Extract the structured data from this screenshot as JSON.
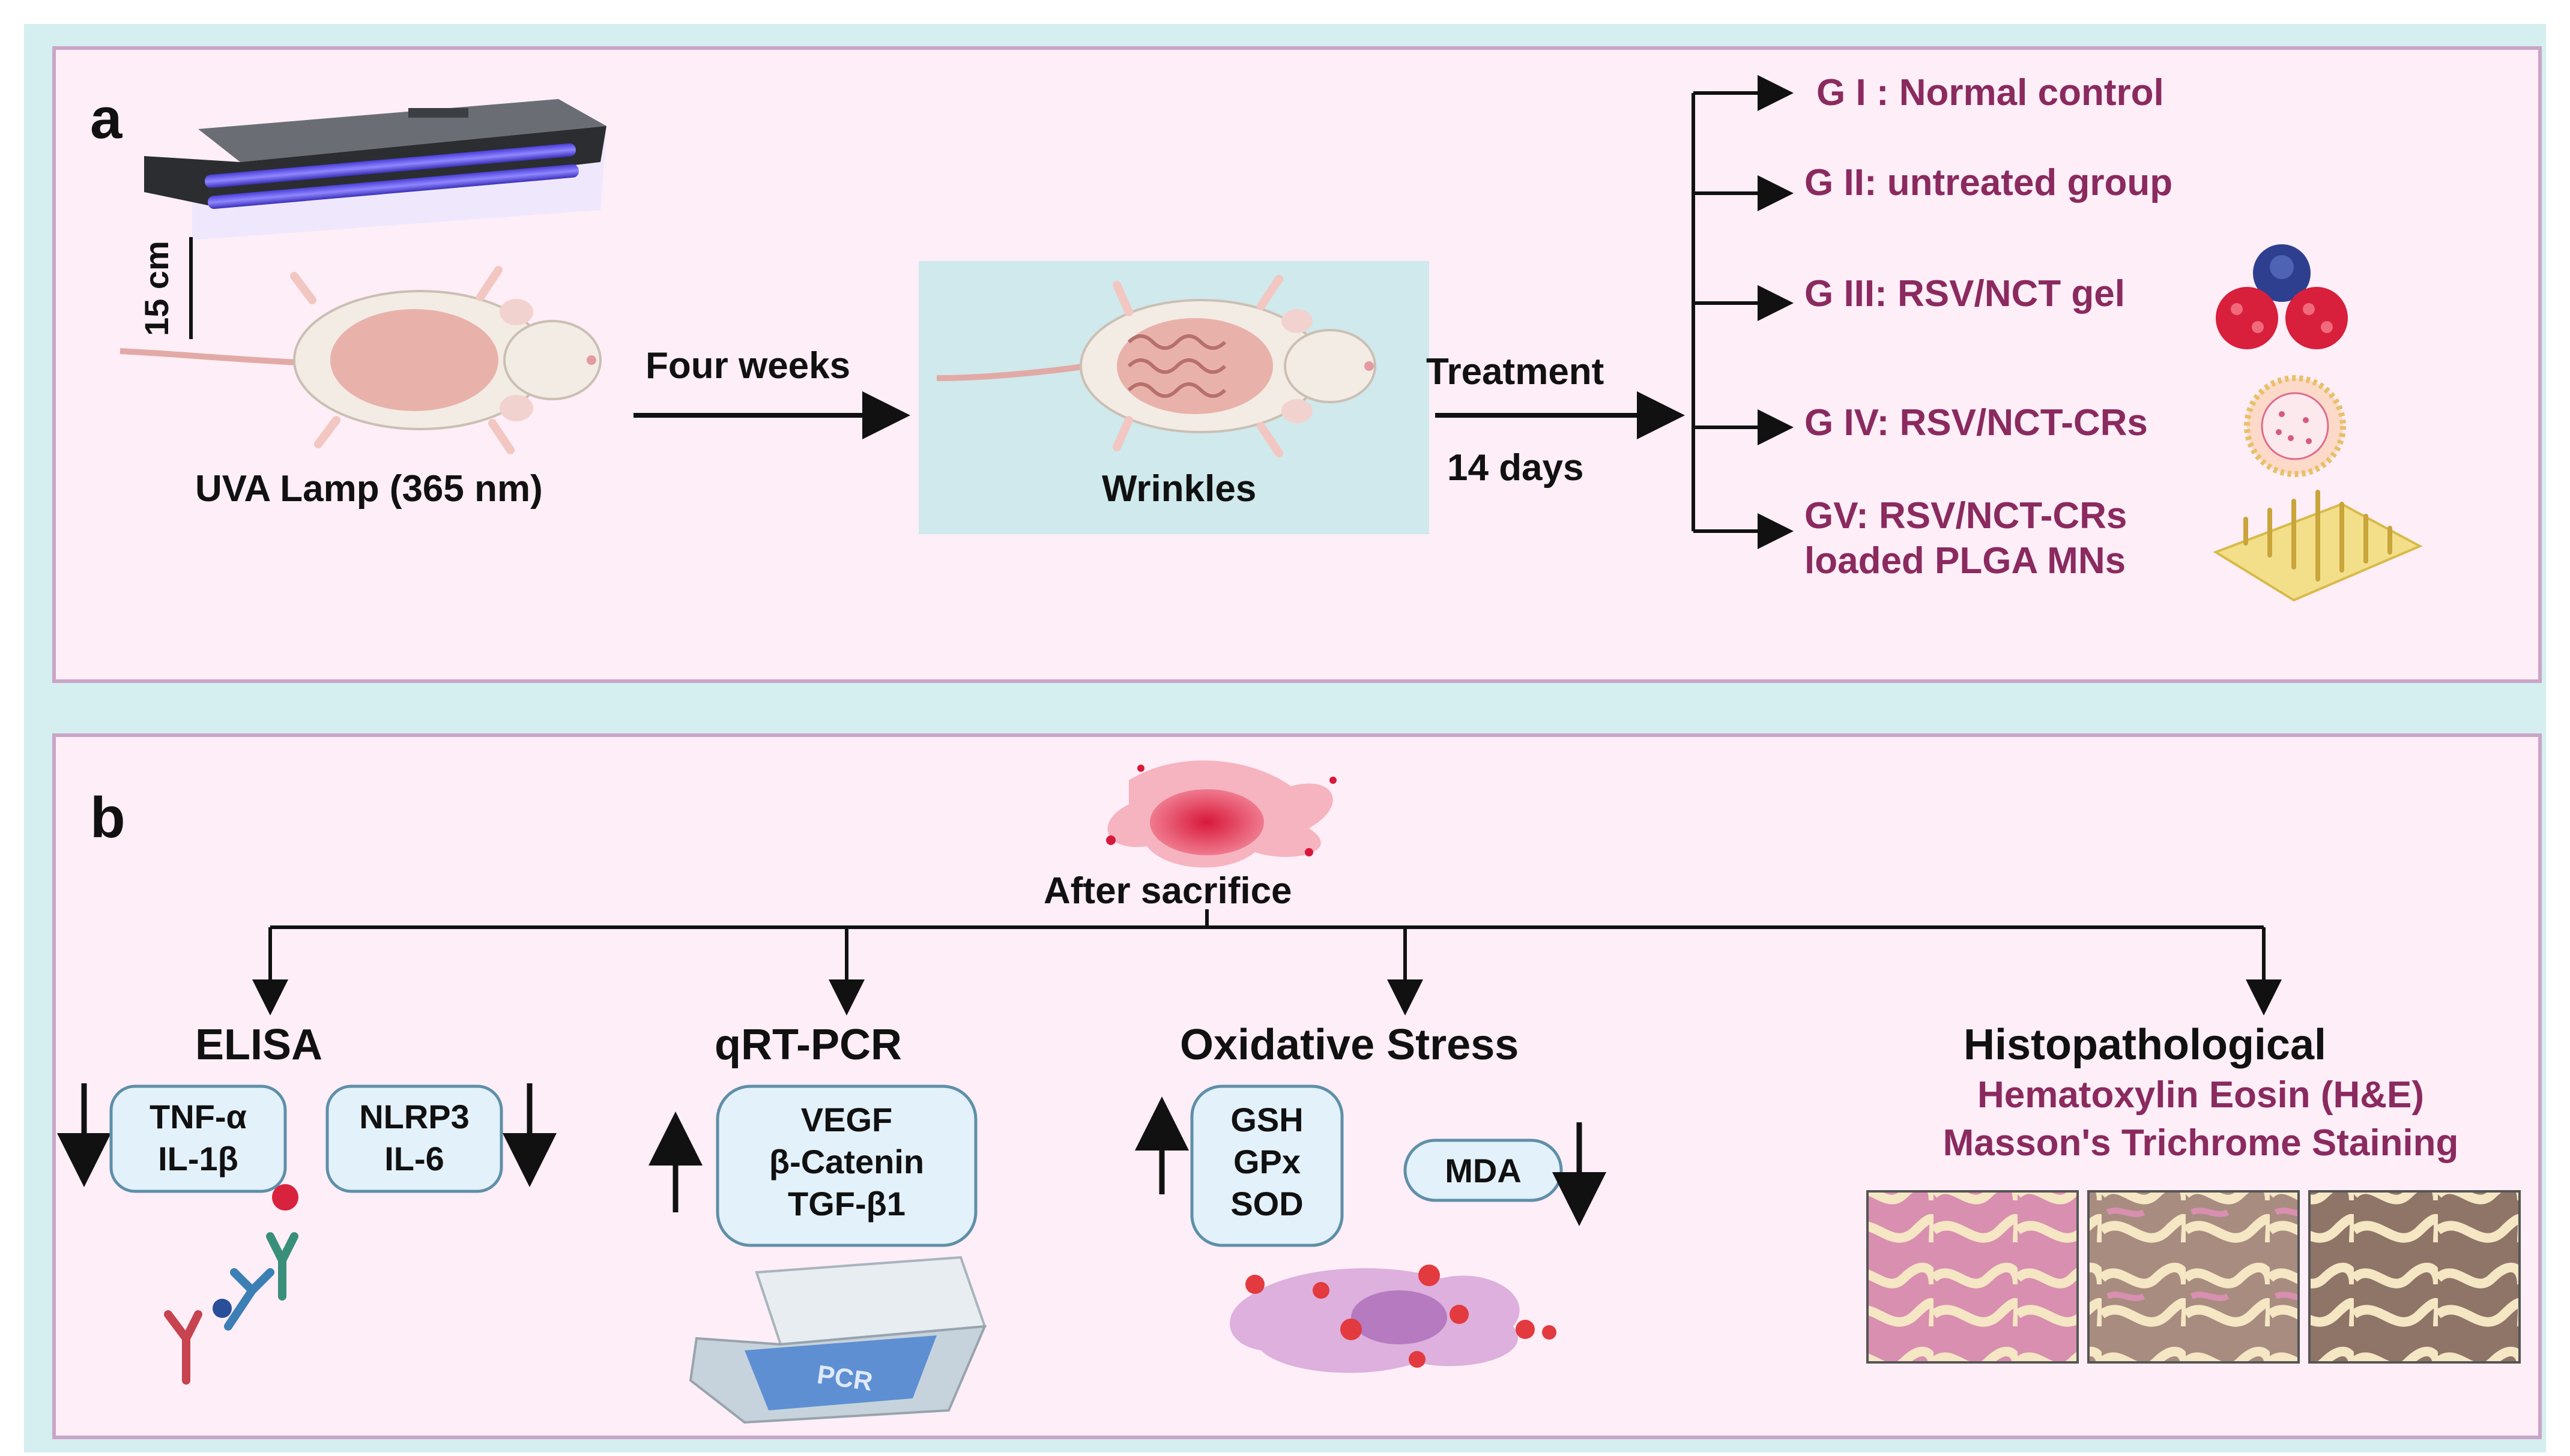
{
  "panel_a": {
    "letter": "a",
    "lamp_label": "UVA Lamp (365 nm)",
    "distance_label": "15 cm",
    "arrow_label": "Four weeks",
    "wrinkles_label": "Wrinkles",
    "treatment_label": "Treatment",
    "duration_label": "14 days",
    "groups": [
      "G I : Normal control",
      "G II: untreated group",
      "G III: RSV/NCT gel",
      "G IV: RSV/NCT-CRs",
      "GV: RSV/NCT-CRs",
      "loaded PLGA MNs"
    ]
  },
  "panel_b": {
    "letter": "b",
    "sacrifice_label": "After sacrifice",
    "elisa": {
      "title": "ELISA",
      "box1": [
        "TNF-α",
        "IL-1β"
      ],
      "box2": [
        "NLRP3",
        "IL-6"
      ]
    },
    "pcr": {
      "title": "qRT-PCR",
      "box": [
        "VEGF",
        "β-Catenin",
        "TGF-β1"
      ],
      "device_label": "PCR"
    },
    "oxidative": {
      "title": "Oxidative Stress",
      "box1": [
        "GSH",
        "GPx",
        "SOD"
      ],
      "box2": "MDA"
    },
    "histo": {
      "title": "Histopathological",
      "line1": "Hematoxylin Eosin (H&E)",
      "line2": "Masson's Trichrome Staining"
    }
  },
  "colors": {
    "outer_bg": "#d5eef0",
    "panel_bg": "#fdeef7",
    "panel_border": "#c9a5c6",
    "group_text": "#8a2a5f",
    "box_fill": "#e3f1fb",
    "box_stroke": "#5f8fa8",
    "wrinkles_bg": "#cfe9ec"
  }
}
